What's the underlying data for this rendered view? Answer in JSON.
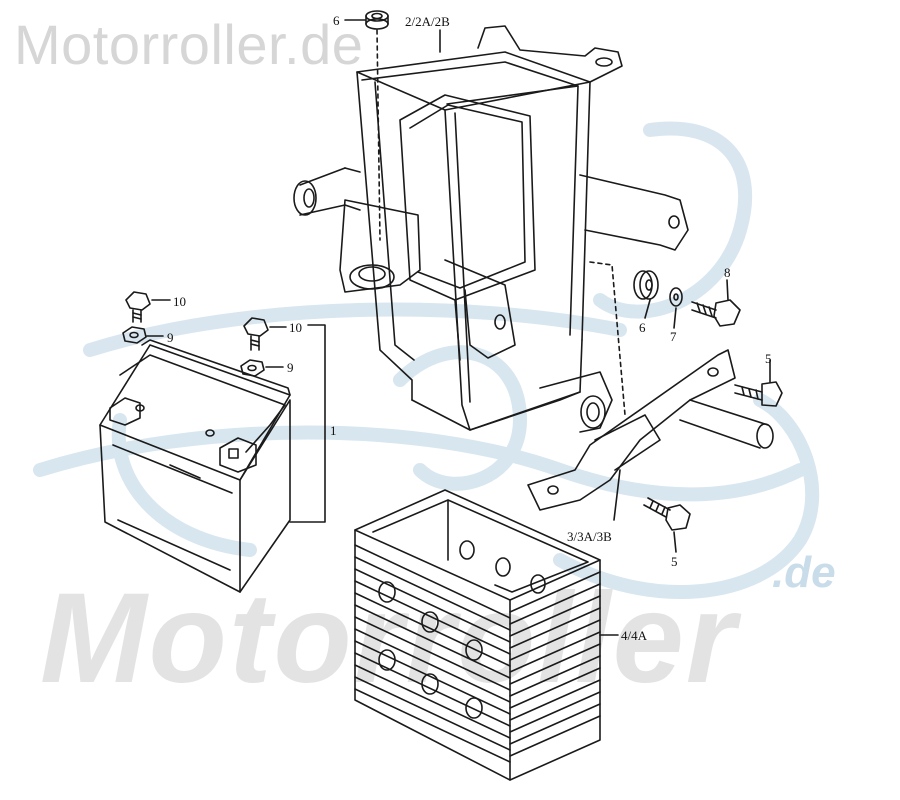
{
  "watermark": {
    "top": "Motorroller.de",
    "big": "Motorroller",
    "suffix": ".de"
  },
  "labels": {
    "bracket_2": "2/2A/2B",
    "grommet_6_top": "6",
    "bolt_10_a": "10",
    "nut_9_a": "9",
    "bolt_10_b": "10",
    "nut_9_b": "9",
    "battery_1": "1",
    "grommet_6_right": "6",
    "washer_7": "7",
    "bolt_8": "8",
    "bolt_5_upper": "5",
    "bracket_3": "3/3A/3B",
    "bolt_5_lower": "5",
    "cover_4": "4/4A"
  },
  "colors": {
    "line": "#1a1a1a",
    "watermark_gray": "#d6d6d6",
    "watermark_blue": "#c9dce9"
  }
}
